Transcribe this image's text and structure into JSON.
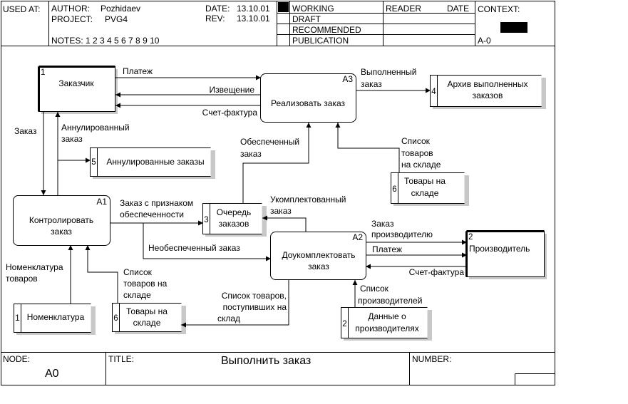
{
  "header": {
    "used_at": "USED AT:",
    "author_label": "AUTHOR:",
    "author": "Pozhidaev",
    "project_label": "PROJECT:",
    "project": "PVG4",
    "date_label": "DATE:",
    "date": "13.10.01",
    "rev_label": "REV:",
    "rev": "13.10.01",
    "notes": "NOTES:  1  2  3  4  5  6  7  8  9  10",
    "status": [
      "WORKING",
      "DRAFT",
      "RECOMMENDED",
      "PUBLICATION"
    ],
    "reader": "READER",
    "reader_date": "DATE",
    "context": "CONTEXT:",
    "context_node": "A-0"
  },
  "footer": {
    "node_label": "NODE:",
    "node": "A0",
    "title_label": "TITLE:",
    "title": "Выполнить заказ",
    "number_label": "NUMBER:"
  },
  "diagram": {
    "processes": {
      "a1": {
        "id": "A1",
        "lines": [
          "Контролировать",
          "заказ"
        ]
      },
      "a2": {
        "id": "A2",
        "lines": [
          "Доукомплектовать",
          "заказ"
        ]
      },
      "a3": {
        "id": "A3",
        "lines": [
          "Реализовать заказ"
        ]
      }
    },
    "externals": {
      "customer": {
        "num": "1",
        "label": "Заказчик"
      },
      "producer": {
        "num": "2",
        "label": "Производитель"
      }
    },
    "stores": {
      "nomenclature": {
        "num": "1",
        "lines": [
          "Номенклатура"
        ]
      },
      "producers_data": {
        "num": "2",
        "lines": [
          "Данные о",
          "производителях"
        ]
      },
      "queue": {
        "num": "3",
        "lines": [
          "Очередь",
          "заказов"
        ]
      },
      "archive": {
        "num": "4",
        "lines": [
          "Архив выполненных",
          "заказов"
        ]
      },
      "cancelled": {
        "num": "5",
        "lines": [
          "Аннулированные заказы"
        ]
      },
      "goods_a3": {
        "num": "6",
        "lines": [
          "Товары на",
          "складе"
        ]
      },
      "goods_a1": {
        "num": "6",
        "lines": [
          "Товары на",
          "складе"
        ]
      }
    },
    "flows": {
      "payment_top": [
        "Платеж"
      ],
      "notice": [
        "Извещение"
      ],
      "invoice_top": [
        "Счет-фактура"
      ],
      "order": [
        "Заказ"
      ],
      "cancelled": [
        "Аннулированный",
        "заказ"
      ],
      "completed": [
        "Выполненный",
        "заказ"
      ],
      "secured": [
        "Обеспеченный",
        "заказ"
      ],
      "goods_list_a3": [
        "Список",
        "товаров",
        "на складе"
      ],
      "order_with_flag": [
        "Заказ с признаком",
        "обеспеченности"
      ],
      "assembled": [
        "Укомплектованный",
        "заказ"
      ],
      "unsecured": [
        "Необеспеченный заказ"
      ],
      "order_to_producer": [
        "Заказ",
        "производителю"
      ],
      "payment_producer": [
        "Платеж"
      ],
      "invoice_producer": [
        "Счет-фактура"
      ],
      "nomenclature": [
        "Номенклатура",
        "товаров"
      ],
      "goods_list_a1": [
        "Список",
        "товаров на",
        "складе"
      ],
      "goods_received": [
        "Список товаров,",
        "поступивших на",
        "склад"
      ],
      "producers_list": [
        "Список",
        "производителей"
      ]
    }
  }
}
